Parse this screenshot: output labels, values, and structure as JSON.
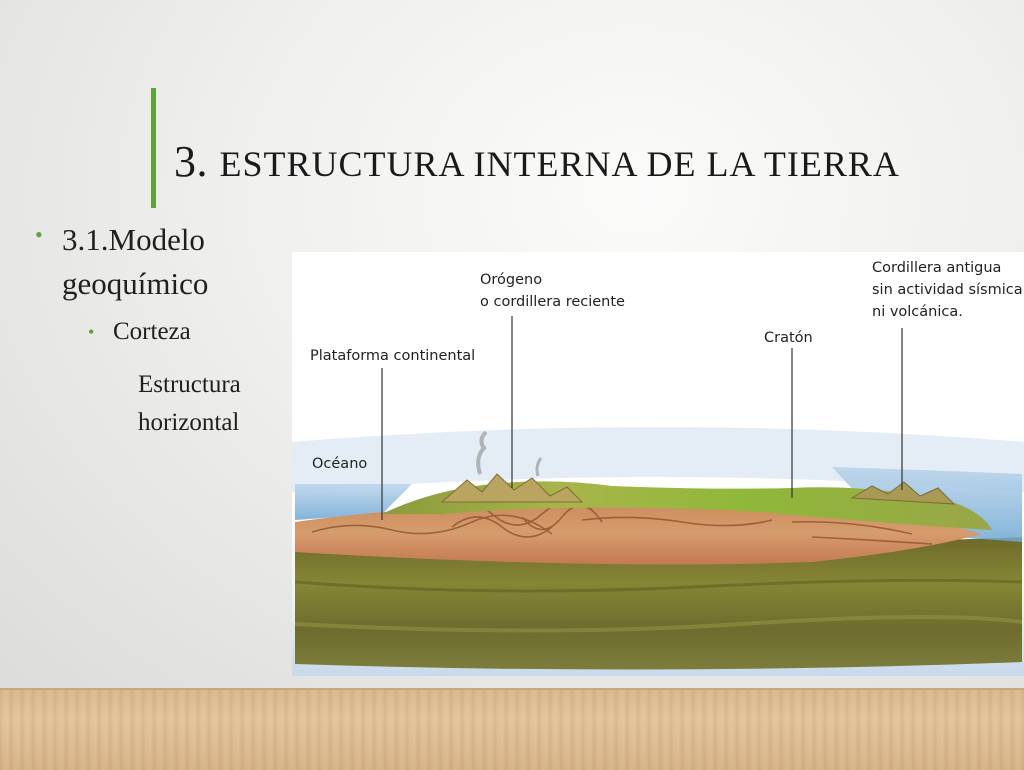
{
  "slide": {
    "title_number": "3.",
    "title_text": "ESTRUCTURA INTERNA DE LA TIERRA",
    "bullet_level1": "3.1.Modelo geoquímico",
    "bullet_level2": "Corteza",
    "body_text": "Estructura horizontal",
    "accent_color": "#5fa13a"
  },
  "figure": {
    "labels": {
      "oceano": "Océano",
      "plataforma": "Plataforma continental",
      "orogeno_line1": "Orógeno",
      "orogeno_line2": "o cordillera reciente",
      "craton": "Cratón",
      "cordillera_line1": "Cordillera antigua",
      "cordillera_line2": "sin actividad sísmica",
      "cordillera_line3": "ni volcánica."
    }
  }
}
